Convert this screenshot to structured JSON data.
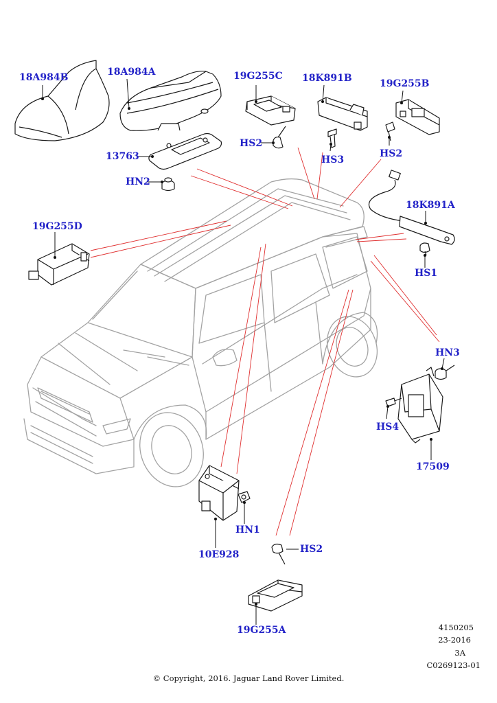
{
  "callouts": {
    "c18A984B": "18A984B",
    "c18A984A": "18A984A",
    "c19G255C": "19G255C",
    "c18K891B": "18K891B",
    "c19G255B": "19G255B",
    "c13763": "13763",
    "cHS2_top": "HS2",
    "cHS3": "HS3",
    "cHS2_right": "HS2",
    "cHN2": "HN2",
    "c19G255D": "19G255D",
    "c18K891A": "18K891A",
    "cHS1": "HS1",
    "cHN3": "HN3",
    "cHS4": "HS4",
    "c17509": "17509",
    "cHN1": "HN1",
    "c10E928": "10E928",
    "cHS2_bottom": "HS2",
    "c19G255A": "19G255A"
  },
  "meta": {
    "ref_number": "4150205",
    "date": "23-2016",
    "revision": "3A",
    "illustration_id": "C0269123-01"
  },
  "copyright": "© Copyright, 2016. Jaguar Land Rover Limited.",
  "colors": {
    "callout_text": "#2323c8",
    "leader_red": "#e03030",
    "leader_black": "#111111",
    "vehicle_outline": "#9a9a9a",
    "part_outline": "#1a1a1a"
  }
}
